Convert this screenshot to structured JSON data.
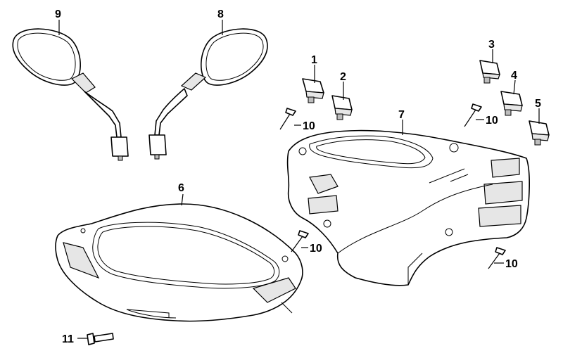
{
  "callouts": {
    "c1": "1",
    "c2": "2",
    "c3": "3",
    "c4": "4",
    "c5": "5",
    "c6": "6",
    "c7": "7",
    "c8": "8",
    "c9": "9",
    "c10a": "10",
    "c10b": "10",
    "c10c": "10",
    "c10d": "10",
    "c11": "11"
  },
  "colors": {
    "line": "#000000",
    "background": "#ffffff",
    "shade": "#e6e6e6"
  }
}
